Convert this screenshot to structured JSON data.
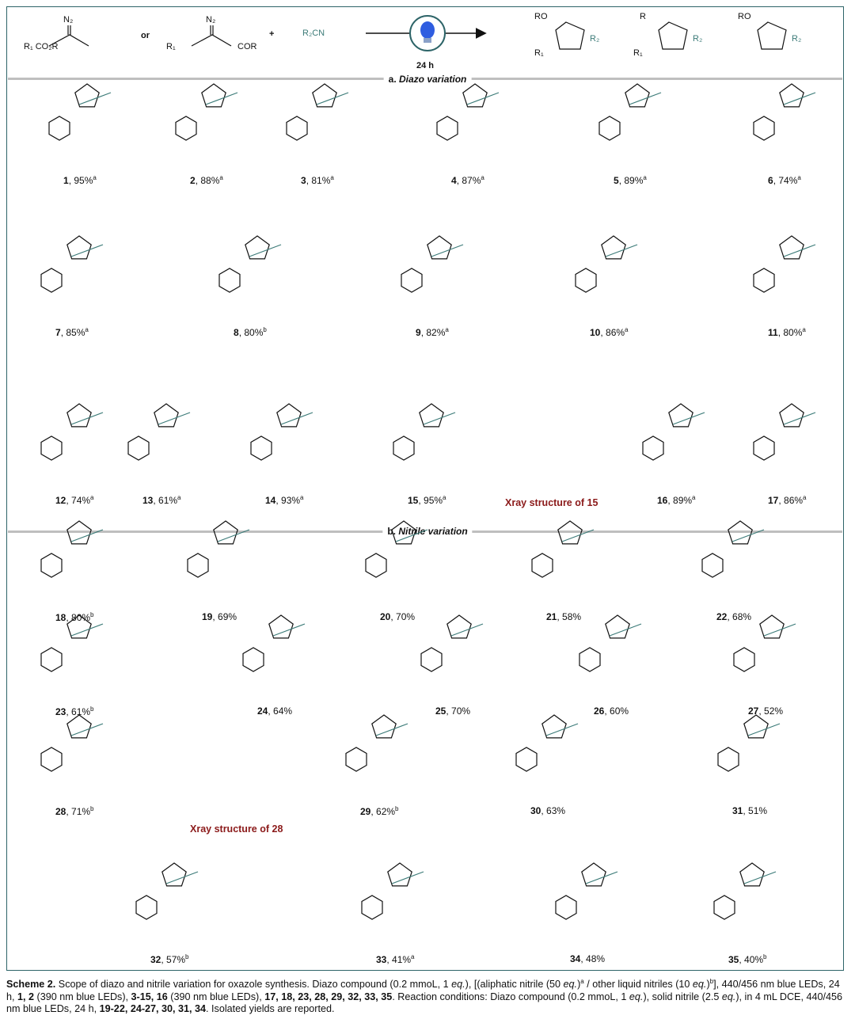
{
  "header": {
    "diazo_ester_label": "R₁ CO₂R",
    "or_label": "or",
    "plus_label": "+",
    "nitrile_label": "R₂CN",
    "conditions_time": "24 h",
    "n2_label": "N₂"
  },
  "sections": {
    "a_prefix": "a.",
    "a_title": "Diazo variation",
    "b_prefix": "b.",
    "b_title": "Nitrile variation"
  },
  "colors": {
    "frame": "#2d6468",
    "teal": "#3c7b78",
    "xray": "#8b1a1a",
    "sep": "#bfbfbf"
  },
  "compounds": [
    {
      "num": "1",
      "yield": ", 95%",
      "sup": "a"
    },
    {
      "num": "2",
      "yield": ", 88%",
      "sup": "a"
    },
    {
      "num": "3",
      "yield": ", 81%",
      "sup": "a"
    },
    {
      "num": "4",
      "yield": ", 87%",
      "sup": "a"
    },
    {
      "num": "5",
      "yield": ", 89%",
      "sup": "a"
    },
    {
      "num": "6",
      "yield": ", 74%",
      "sup": "a"
    },
    {
      "num": "7",
      "yield": ", 85%",
      "sup": "a"
    },
    {
      "num": "8",
      "yield": ", 80%",
      "sup": "b"
    },
    {
      "num": "9",
      "yield": ", 82%",
      "sup": "a"
    },
    {
      "num": "10",
      "yield": ", 86%",
      "sup": "a"
    },
    {
      "num": "11",
      "yield": ", 80%",
      "sup": "a"
    },
    {
      "num": "12",
      "yield": ", 74%",
      "sup": "a"
    },
    {
      "num": "13",
      "yield": ", 61%",
      "sup": "a"
    },
    {
      "num": "14",
      "yield": ", 93%",
      "sup": "a"
    },
    {
      "num": "15",
      "yield": ", 95%",
      "sup": "a"
    },
    {
      "num": "16",
      "yield": ", 89%",
      "sup": "a"
    },
    {
      "num": "17",
      "yield": ", 86%",
      "sup": "a"
    },
    {
      "num": "18",
      "yield": ", 80%",
      "sup": "b"
    },
    {
      "num": "19",
      "yield": ", 69%",
      "sup": ""
    },
    {
      "num": "20",
      "yield": ", 70%",
      "sup": ""
    },
    {
      "num": "21",
      "yield": ", 58%",
      "sup": ""
    },
    {
      "num": "22",
      "yield": ", 68%",
      "sup": ""
    },
    {
      "num": "23",
      "yield": ", 61%",
      "sup": "b"
    },
    {
      "num": "24",
      "yield": ", 64%",
      "sup": ""
    },
    {
      "num": "25",
      "yield": ", 70%",
      "sup": ""
    },
    {
      "num": "26",
      "yield": ", 60%",
      "sup": ""
    },
    {
      "num": "27",
      "yield": ", 52%",
      "sup": ""
    },
    {
      "num": "28",
      "yield": ", 71%",
      "sup": "b"
    },
    {
      "num": "29",
      "yield": ", 62%",
      "sup": "b"
    },
    {
      "num": "30",
      "yield": ", 63%",
      "sup": ""
    },
    {
      "num": "31",
      "yield": ", 51%",
      "sup": ""
    },
    {
      "num": "32",
      "yield": ", 57%",
      "sup": "b"
    },
    {
      "num": "33",
      "yield": ", 41%",
      "sup": "a"
    },
    {
      "num": "34",
      "yield": ", 48%",
      "sup": ""
    },
    {
      "num": "35",
      "yield": ", 40%",
      "sup": "b"
    }
  ],
  "xray_15": "Xray structure of 15",
  "xray_28": "Xray structure of 28",
  "caption": {
    "label": "Scheme 2.",
    "line1a": " Scope of diazo and nitrile variation for oxazole synthesis. Diazo compound (0.2 mmoL, 1 ",
    "eq": "eq.",
    "line1b": "), [(aliphatic nitrile (50 ",
    "line1c": ")",
    "sup_a": "a",
    "line1d": " / other liquid nitriles (10 ",
    "line1e": ")",
    "sup_b": "b",
    "line1f": "], 440/456 nm blue LEDs, 24 h, ",
    "g1": "1, 2",
    "t1": " (390 nm blue LEDs), ",
    "g2": "3-15, 16",
    "t2": " (390 nm blue LEDs), ",
    "g3": "17, 18, 23, 28, 29, 32, 33, 35",
    "t3": ". Reaction conditions: Diazo compound (0.2 mmoL, 1 ",
    "t4": "), solid nitrile (2.5 ",
    "t5": "), in 4 mL DCE, 440/456 nm blue LEDs, 24 h, ",
    "g4": "19-22, 24-27, 30, 31, 34",
    "t6": ". Isolated yields are reported."
  }
}
